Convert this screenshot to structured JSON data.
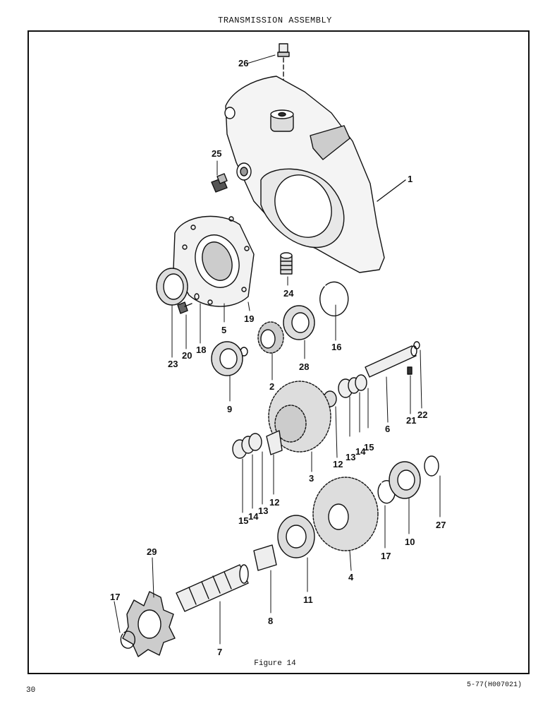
{
  "header": {
    "title": "TRANSMISSION ASSEMBLY"
  },
  "figure": {
    "caption": "Figure 14"
  },
  "footer": {
    "page_number": "30",
    "doc_code": "5-77(H007021)"
  },
  "callouts": {
    "c1": "1",
    "c2": "2",
    "c3": "3",
    "c4": "4",
    "c5": "5",
    "c6": "6",
    "c7": "7",
    "c8": "8",
    "c9": "9",
    "c10": "10",
    "c11": "11",
    "c12a": "12",
    "c12b": "12",
    "c13a": "13",
    "c13b": "13",
    "c14a": "14",
    "c14b": "14",
    "c15a": "15",
    "c15b": "15",
    "c16": "16",
    "c17a": "17",
    "c17b": "17",
    "c18": "18",
    "c19": "19",
    "c20": "20",
    "c21": "21",
    "c22": "22",
    "c23": "23",
    "c24": "24",
    "c25": "25",
    "c26": "26",
    "c27": "27",
    "c28": "28",
    "c29": "29"
  }
}
